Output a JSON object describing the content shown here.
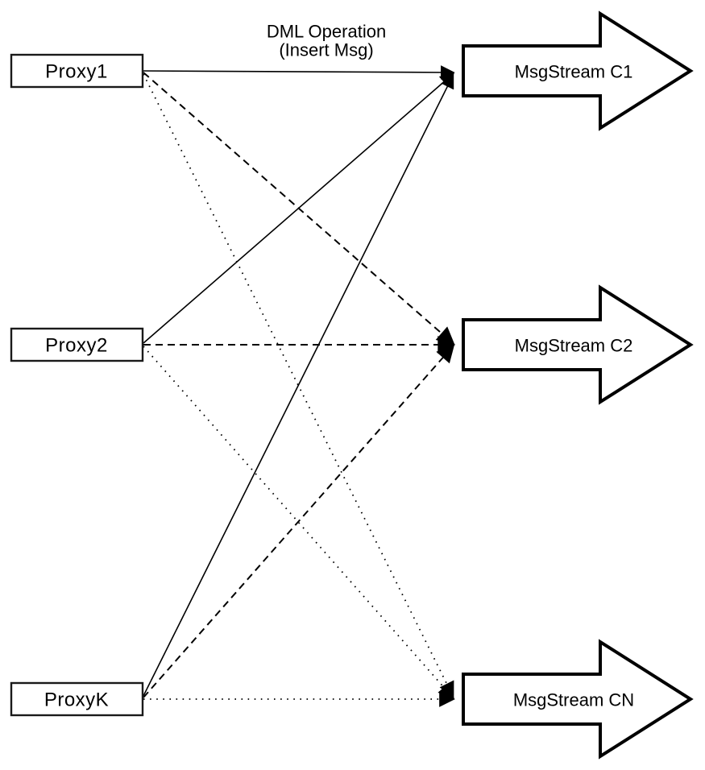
{
  "title": {
    "line1": "DML Operation",
    "line2": "(Insert Msg)"
  },
  "proxies": [
    {
      "label": "Proxy1"
    },
    {
      "label": "Proxy2"
    },
    {
      "label": "ProxyK"
    }
  ],
  "streams": [
    {
      "label": "MsgStream C1"
    },
    {
      "label": "MsgStream C2"
    },
    {
      "label": "MsgStream CN"
    }
  ],
  "connections": [
    {
      "from": "Proxy1",
      "to": "MsgStream C1",
      "line_style": "solid"
    },
    {
      "from": "Proxy1",
      "to": "MsgStream C2",
      "line_style": "dashed"
    },
    {
      "from": "Proxy1",
      "to": "MsgStream CN",
      "line_style": "dotted"
    },
    {
      "from": "Proxy2",
      "to": "MsgStream C1",
      "line_style": "solid"
    },
    {
      "from": "Proxy2",
      "to": "MsgStream C2",
      "line_style": "dashed"
    },
    {
      "from": "Proxy2",
      "to": "MsgStream CN",
      "line_style": "dotted"
    },
    {
      "from": "ProxyK",
      "to": "MsgStream C1",
      "line_style": "solid"
    },
    {
      "from": "ProxyK",
      "to": "MsgStream C2",
      "line_style": "dashed"
    },
    {
      "from": "ProxyK",
      "to": "MsgStream CN",
      "line_style": "dotted"
    }
  ],
  "colors": {
    "line": "#000000",
    "node_fill": "#ffffff",
    "node_border": "#1a1a1a",
    "background": "#ffffff"
  }
}
